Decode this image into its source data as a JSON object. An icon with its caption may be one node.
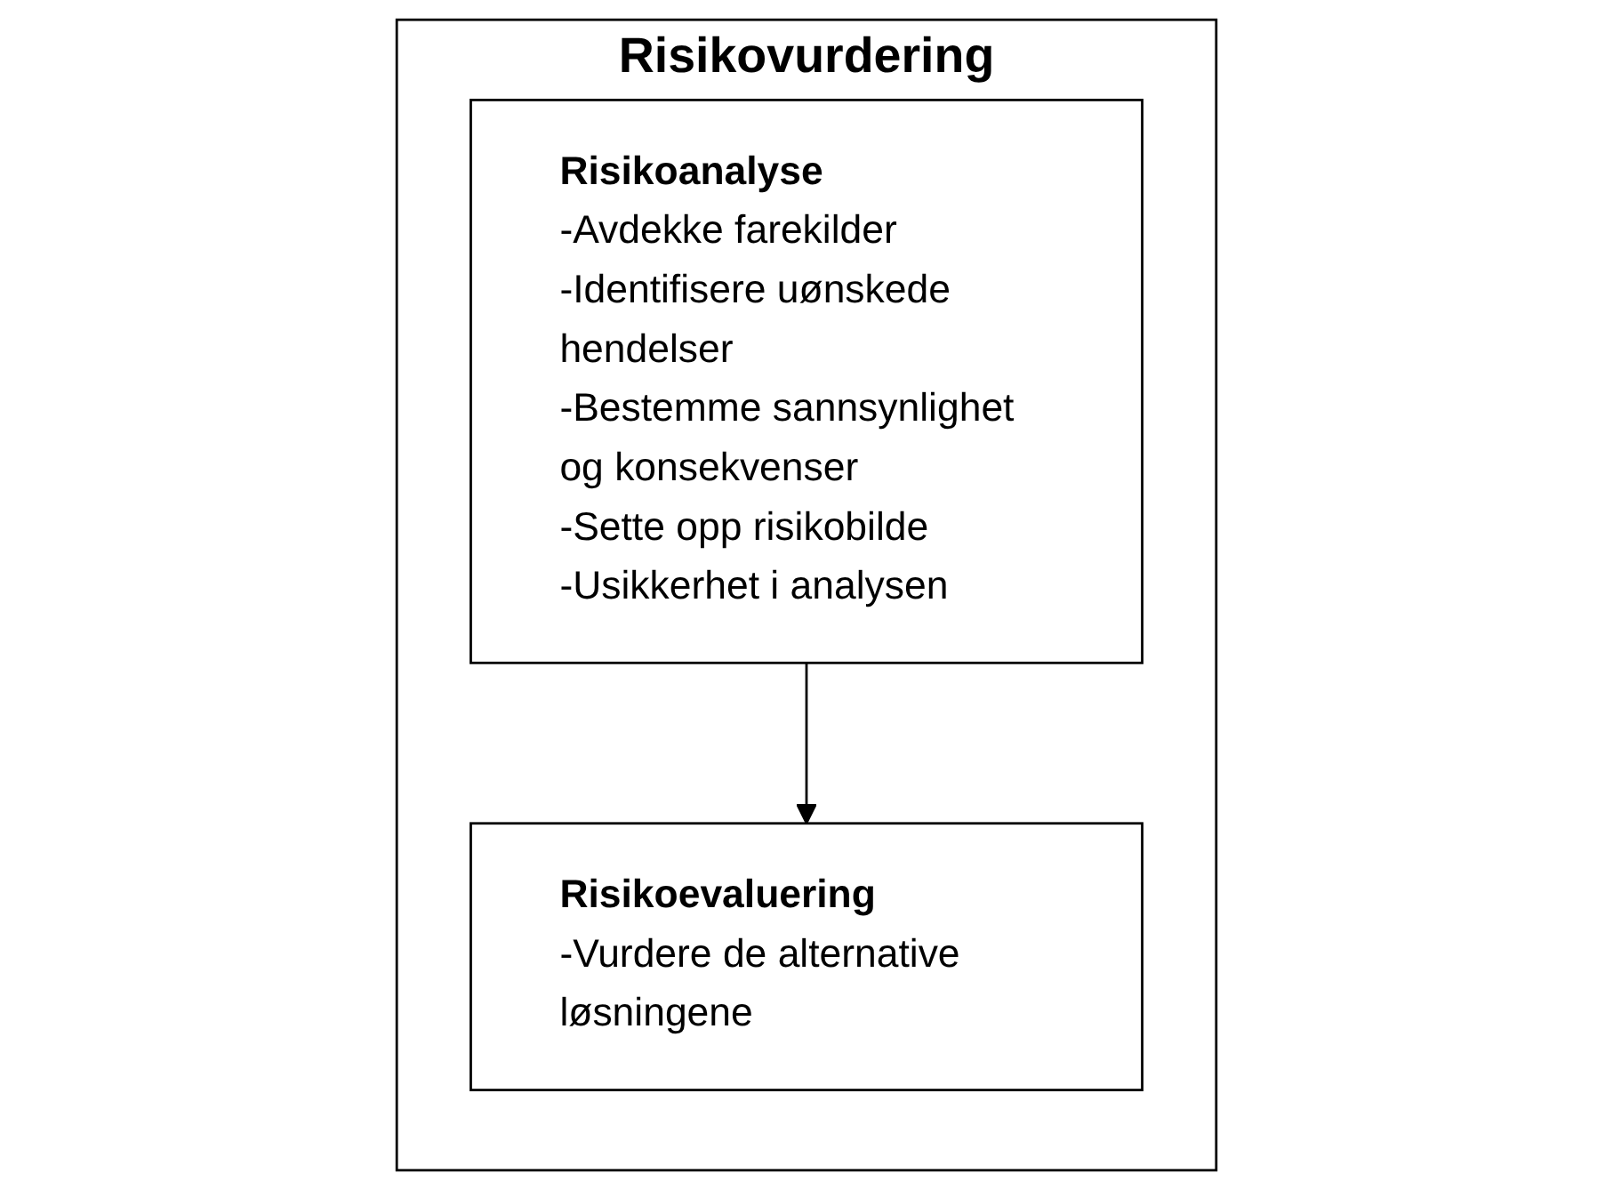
{
  "diagram": {
    "nodes": [
      {
        "text": [
          "Risikovurdering"
        ]
      },
      {
        "text": [
          "Risikoanalyse",
          "-Avdekke farekilder",
          "-Identifisere uønskede hendelser",
          "-Bestemme sannsynlighet og konsekvenser",
          "-Sette opp risikobilde",
          "-Usikkerhet i analysen"
        ],
        "in": 0
      },
      {
        "text": [
          "Risikoevaluering",
          "-Vurdere de alternative løsningene"
        ],
        "in": 0
      }
    ],
    "edges": [
      {
        "from": 1,
        "to": 2,
        "arrow": "to"
      }
    ]
  }
}
